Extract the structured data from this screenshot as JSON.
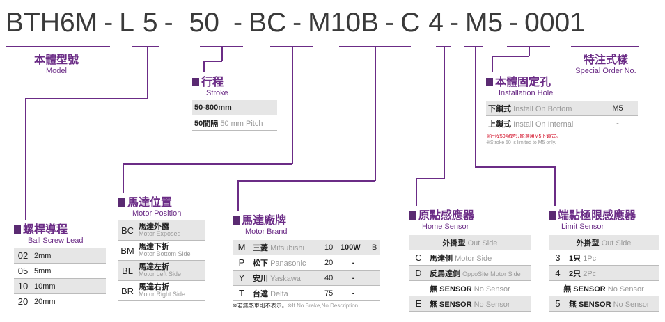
{
  "code": {
    "parts": [
      "BTH6M",
      "L",
      "5",
      "50",
      "BC",
      "M10B",
      "C",
      "4",
      "M5",
      "0001"
    ],
    "separator": "-"
  },
  "model": {
    "title": "本體型號",
    "sub": "Model"
  },
  "special": {
    "title": "特注式樣",
    "sub": "Special Order No."
  },
  "stroke": {
    "title": "行程",
    "sub": "Stroke",
    "rows": [
      {
        "main": "50-800mm",
        "desc": ""
      },
      {
        "main": "50間隔",
        "desc": "50 mm Pitch"
      }
    ]
  },
  "install": {
    "title": "本體固定孔",
    "sub": "Installation Hole",
    "rows": [
      {
        "main": "下鎖式",
        "desc": "Install On Bottom",
        "value": "M5"
      },
      {
        "main": "上鎖式",
        "desc": "Install On Internal",
        "value": "-"
      }
    ],
    "note_cn": "※行程50限定只能選用M5下鎖式。",
    "note_en": "※Stroke 50 is limited to M5 only."
  },
  "lead": {
    "title": "螺桿導程",
    "sub": "Ball Screw Lead",
    "rows": [
      {
        "code": "02",
        "value": "2mm"
      },
      {
        "code": "05",
        "value": "5mm"
      },
      {
        "code": "10",
        "value": "10mm"
      },
      {
        "code": "20",
        "value": "20mm"
      }
    ]
  },
  "position": {
    "title": "馬達位置",
    "sub": "Motor Position",
    "rows": [
      {
        "code": "BC",
        "cn": "馬達外露",
        "en": "Motor Exposed"
      },
      {
        "code": "BM",
        "cn": "馬達下折",
        "en": "Motor Bottom Side"
      },
      {
        "code": "BL",
        "cn": "馬達左折",
        "en": "Motor Left Side"
      },
      {
        "code": "BR",
        "cn": "馬達右折",
        "en": "Motor Right Side"
      }
    ]
  },
  "brand": {
    "title": "馬達廠牌",
    "sub": "Motor Brand",
    "rows": [
      {
        "code": "M",
        "cn": "三菱",
        "en": "Mitsubishi",
        "size": "10",
        "power": "100W",
        "brake": "B"
      },
      {
        "code": "P",
        "cn": "松下",
        "en": "Panasonic",
        "size": "20",
        "power": "-",
        "brake": ""
      },
      {
        "code": "Y",
        "cn": "安川",
        "en": "Yaskawa",
        "size": "40",
        "power": "-",
        "brake": ""
      },
      {
        "code": "T",
        "cn": "台達",
        "en": "Delta",
        "size": "75",
        "power": "-",
        "brake": ""
      }
    ],
    "note_cn": "※若無煞車則不表示。",
    "note_en": "※If No Brake,No Description."
  },
  "home": {
    "title": "原點感應器",
    "sub": "Home Sensor",
    "header_cn": "外掛型",
    "header_en": "Out Side",
    "rows": [
      {
        "code": "C",
        "cn": "馬達側",
        "en": "Motor Side"
      },
      {
        "code": "D",
        "cn": "反馬達側",
        "en": "OppoSite Motor Side"
      },
      {
        "code": "",
        "cn": "無 SENSOR",
        "en": "No Sensor"
      },
      {
        "code": "E",
        "cn": "無 SENSOR",
        "en": "No Sensor"
      }
    ]
  },
  "limit": {
    "title": "端點極限感應器",
    "sub": "Limit Sensor",
    "header_cn": "外掛型",
    "header_en": "Out Side",
    "rows": [
      {
        "code": "3",
        "cn": "1只",
        "en": "1Pc"
      },
      {
        "code": "4",
        "cn": "2只",
        "en": "2Pc"
      },
      {
        "code": "",
        "cn": "無 SENSOR",
        "en": "No Sensor"
      },
      {
        "code": "5",
        "cn": "無 SENSOR",
        "en": "No Sensor"
      }
    ]
  },
  "colors": {
    "accent": "#6b2c86",
    "square": "#5a2a72",
    "row_grey": "#e6e6e6",
    "note_red": "#d0021b"
  }
}
